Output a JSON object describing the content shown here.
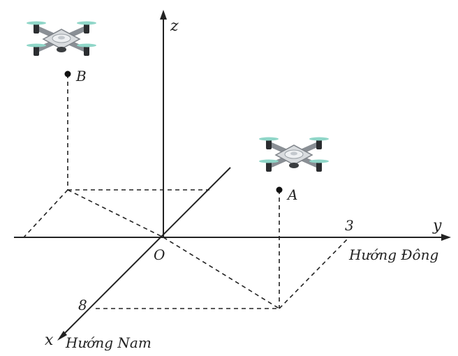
{
  "labels": {
    "z": "z",
    "y": "y",
    "x": "x",
    "origin": "O",
    "point_a": "A",
    "point_b": "B",
    "tick_y": "3",
    "tick_x": "8",
    "east": "Hướng Đông",
    "south": "Hướng Nam"
  },
  "icons": {
    "drone_a": "drone-icon",
    "drone_b": "drone-icon"
  }
}
